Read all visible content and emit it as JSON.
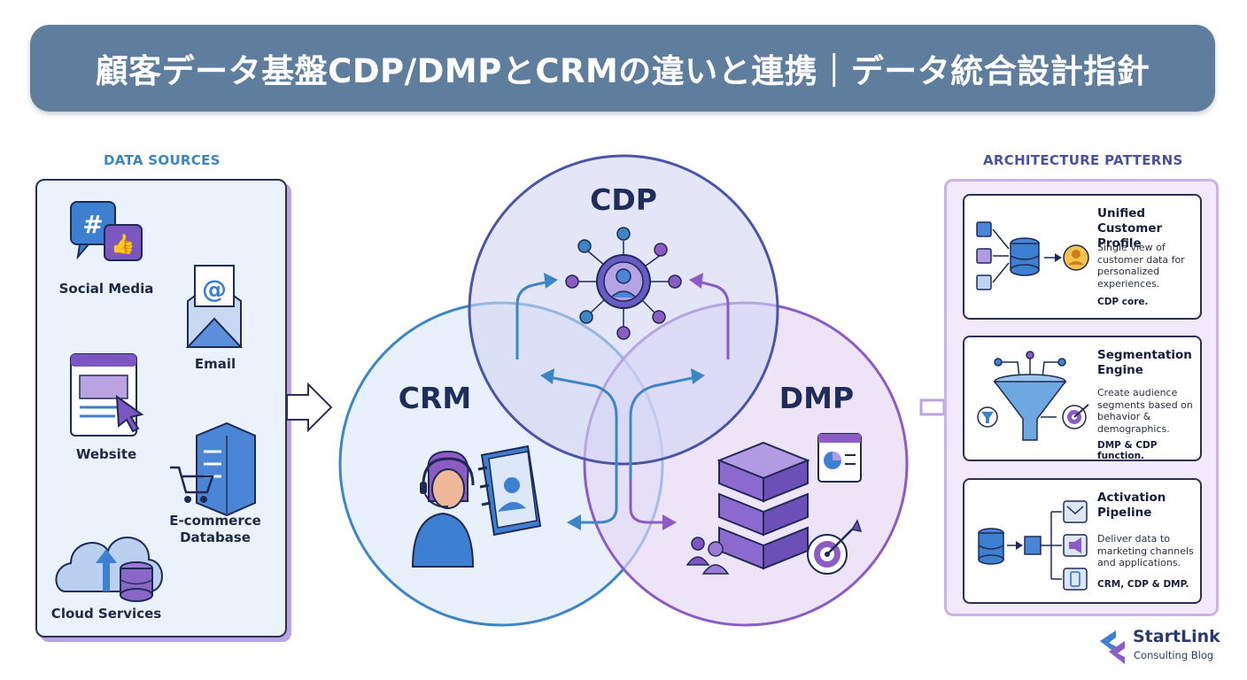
{
  "title": "顧客データ基盤CDP/DMPとCRMの違いと連携｜データ統合設計指針",
  "data_sources": {
    "heading": "DATA SOURCES",
    "items": [
      {
        "label": "Social Media",
        "icon": "social-media-icon"
      },
      {
        "label": "Email",
        "icon": "email-icon"
      },
      {
        "label": "Website",
        "icon": "website-icon"
      },
      {
        "label": "E-commerce\nDatabase",
        "icon": "ecommerce-database-icon"
      },
      {
        "label": "Cloud Services",
        "icon": "cloud-services-icon"
      }
    ]
  },
  "venn": {
    "cdp": {
      "label": "CDP",
      "color": "#4a55a8",
      "icon": "brain-network-icon"
    },
    "crm": {
      "label": "CRM",
      "color": "#3d86c6",
      "icon": "customer-service-icon"
    },
    "dmp": {
      "label": "DMP",
      "color": "#8c5cc4",
      "icon": "server-stack-icon"
    }
  },
  "architecture": {
    "heading": "ARCHITECTURE PATTERNS",
    "cards": [
      {
        "title": "Unified\nCustomer Profile",
        "description": "Single view of customer data for personalized experiences.",
        "note": "CDP core.",
        "icon": "unified-profile-icon"
      },
      {
        "title": "Segmentation\nEngine",
        "description": "Create audience segments based on behavior & demographics.",
        "note": "DMP & CDP function.",
        "icon": "funnel-target-icon"
      },
      {
        "title": "Activation\nPipeline",
        "description": "Deliver data to marketing channels and applications.",
        "note": "CRM, CDP & DMP.",
        "icon": "activation-pipeline-icon"
      }
    ]
  },
  "logo": {
    "name": "StartLink",
    "sub": "Consulting Blog"
  },
  "colors": {
    "banner": "#5f7d9c",
    "sources_panel": "#eaf2fb",
    "patterns_panel": "#f2eafb",
    "accent_blue": "#3d86c6",
    "accent_purple": "#8c5cc4"
  }
}
